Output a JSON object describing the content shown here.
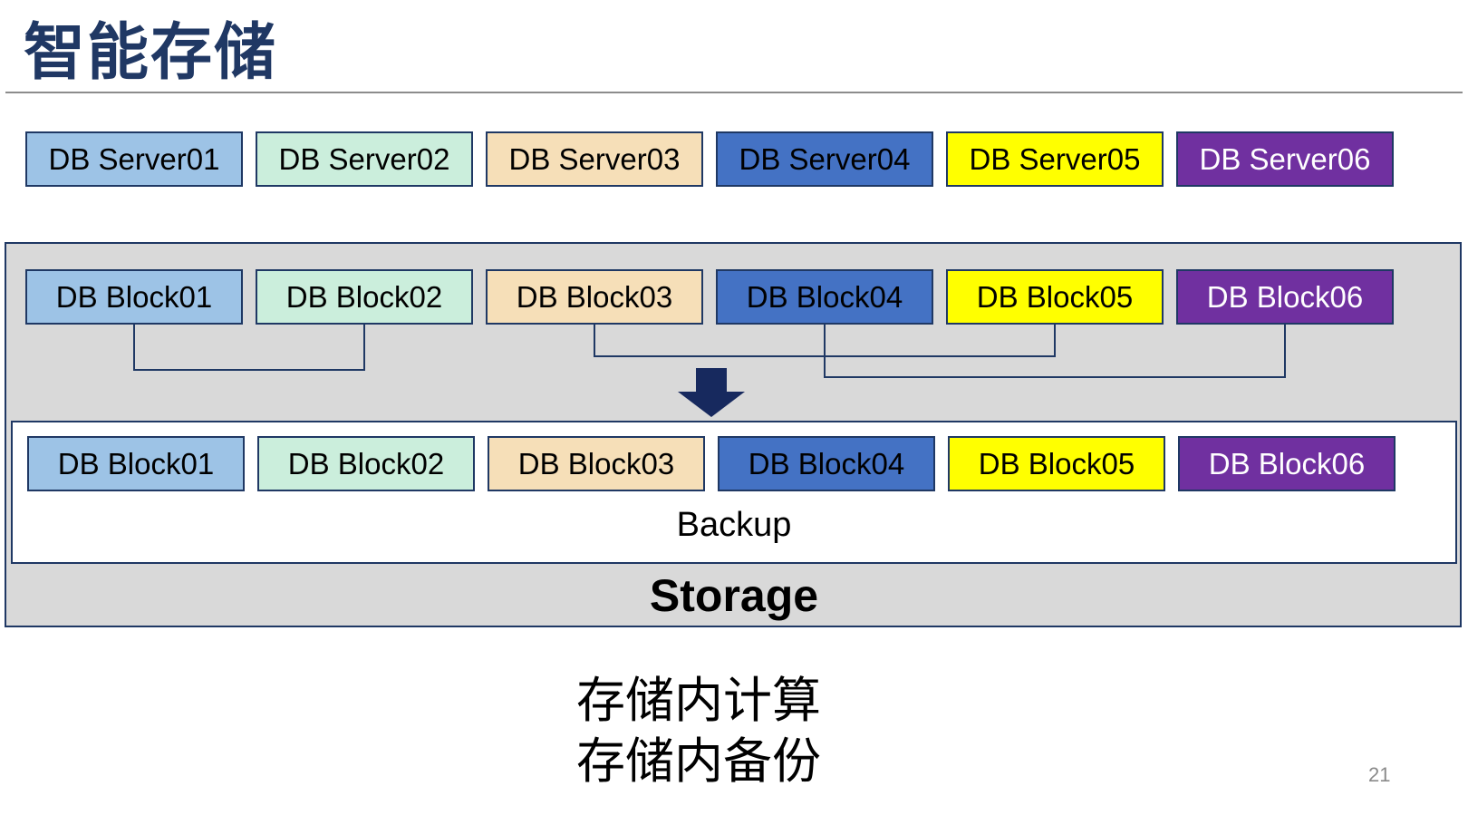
{
  "slide": {
    "title": "智能存储",
    "page_number": "21"
  },
  "servers": [
    {
      "label": "DB Server01",
      "bg": "#9DC3E6",
      "fg": "#000000"
    },
    {
      "label": "DB Server02",
      "bg": "#CBEEDC",
      "fg": "#000000"
    },
    {
      "label": "DB Server03",
      "bg": "#F6DFB8",
      "fg": "#000000"
    },
    {
      "label": "DB Server04",
      "bg": "#4472C4",
      "fg": "#000000"
    },
    {
      "label": "DB Server05",
      "bg": "#FFFF00",
      "fg": "#000000"
    },
    {
      "label": "DB Server06",
      "bg": "#7030A0",
      "fg": "#FFFFFF"
    }
  ],
  "blocks": [
    {
      "label": "DB Block01",
      "bg": "#9DC3E6",
      "fg": "#000000"
    },
    {
      "label": "DB Block02",
      "bg": "#CBEEDC",
      "fg": "#000000"
    },
    {
      "label": "DB Block03",
      "bg": "#F6DFB8",
      "fg": "#000000"
    },
    {
      "label": "DB Block04",
      "bg": "#4472C4",
      "fg": "#000000"
    },
    {
      "label": "DB Block05",
      "bg": "#FFFF00",
      "fg": "#000000"
    },
    {
      "label": "DB Block06",
      "bg": "#7030A0",
      "fg": "#FFFFFF"
    }
  ],
  "storage": {
    "backup_label": "Backup",
    "storage_label": "Storage"
  },
  "caption": {
    "line1": "存储内计算",
    "line2": "存储内备份"
  },
  "colors": {
    "title_navy": "#203864",
    "border_navy": "#1F3864",
    "container_gray": "#D9D9D9",
    "arrow_navy": "#17295E"
  }
}
